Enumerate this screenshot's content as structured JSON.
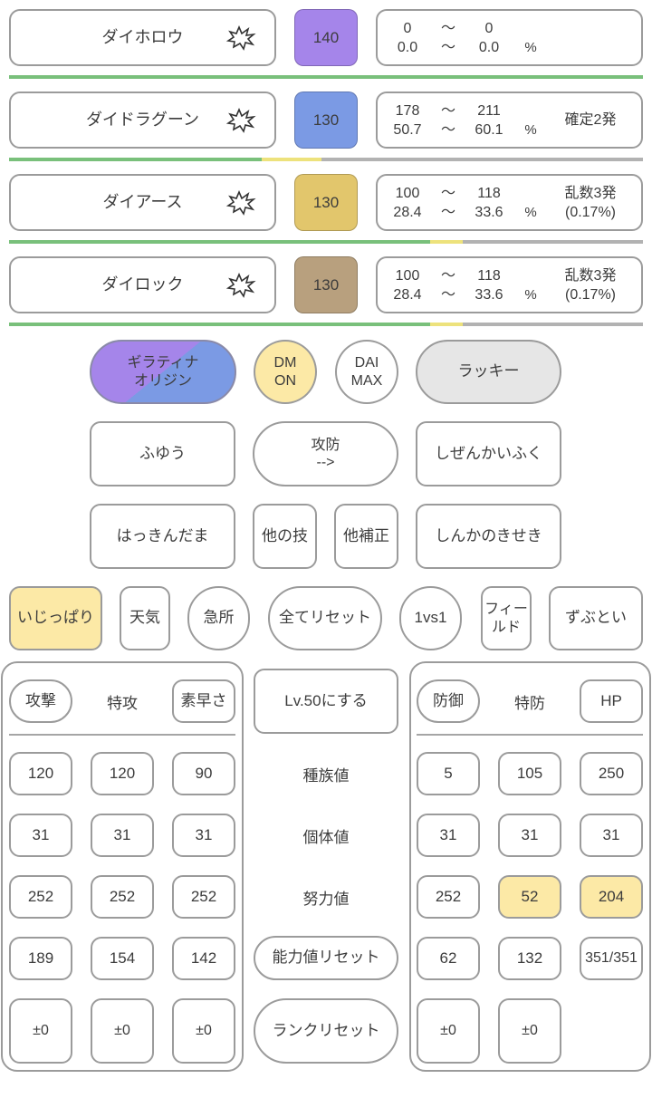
{
  "labels": {
    "tilde": "～",
    "percent_sign": "%"
  },
  "colors": {
    "hp_green": "#79c07b",
    "hp_yellow": "#ede27c",
    "hp_gray": "#b2b2b2",
    "highlight": "#fce9a6",
    "toggle_gray": "#e6e6e6",
    "border": "#9b9b9b",
    "text": "#3c3c3c",
    "form_gradient_a": "#a585ea",
    "form_gradient_b": "#7b9ae4"
  },
  "moves": [
    {
      "name": "ダイホロウ",
      "power": "140",
      "power_color": "#a585ea",
      "damage_min": "0",
      "damage_max": "0",
      "percent_min": "0.0",
      "percent_max": "0.0",
      "verdict_line1": "",
      "verdict_line2": "",
      "hp_bar": {
        "green_pct": 100,
        "yellow_pct": 100
      }
    },
    {
      "name": "ダイドラグーン",
      "power": "130",
      "power_color": "#7b9ae4",
      "damage_min": "178",
      "damage_max": "211",
      "percent_min": "50.7",
      "percent_max": "60.1",
      "verdict_line1": "確定2発",
      "verdict_line2": "",
      "hp_bar": {
        "green_pct": 39.9,
        "yellow_pct": 49.3
      }
    },
    {
      "name": "ダイアース",
      "power": "130",
      "power_color": "#e2c66c",
      "damage_min": "100",
      "damage_max": "118",
      "percent_min": "28.4",
      "percent_max": "33.6",
      "verdict_line1": "乱数3発",
      "verdict_line2": "(0.17%)",
      "hp_bar": {
        "green_pct": 66.4,
        "yellow_pct": 71.6
      }
    },
    {
      "name": "ダイロック",
      "power": "130",
      "power_color": "#b8a07e",
      "damage_min": "100",
      "damage_max": "118",
      "percent_min": "28.4",
      "percent_max": "33.6",
      "verdict_line1": "乱数3発",
      "verdict_line2": "(0.17%)",
      "hp_bar": {
        "green_pct": 66.4,
        "yellow_pct": 71.6
      }
    }
  ],
  "controls": {
    "form_button": {
      "line1": "ギラティナ",
      "line2": "オリジン"
    },
    "dm_toggle": {
      "line1": "DM",
      "line2": "ON"
    },
    "daimax_toggle": {
      "line1": "DAI",
      "line2": "MAX"
    },
    "lucky_button": "ラッキー",
    "levitate_button": "ふゆう",
    "swap_button": {
      "line1": "攻防",
      "line2": "-->"
    },
    "regenerator_button": "しぜんかいふく",
    "item_button": "はっきんだま",
    "other_move_button": "他の技",
    "other_mod_button": "他補正",
    "eviolite_button": "しんかのきせき",
    "attacker_nature_button": "いじっぱり",
    "weather_button": "天気",
    "critical_button": "急所",
    "reset_all_button": "全てリセット",
    "battle_mode_button": "1vs1",
    "field_button": {
      "line1": "フィー",
      "line2": "ルド"
    },
    "defender_nature_button": "ずぶとい"
  },
  "attacker_panel": {
    "headers": [
      "攻撃",
      "特攻",
      "素早さ"
    ],
    "base_stats": [
      "120",
      "120",
      "90"
    ],
    "ivs": [
      "31",
      "31",
      "31"
    ],
    "evs": [
      "252",
      "252",
      "252"
    ],
    "stats": [
      "189",
      "154",
      "142"
    ],
    "ranks": [
      "±0",
      "±0",
      "±0"
    ]
  },
  "center_panel": {
    "level_button": "Lv.50にする",
    "base_label": "種族値",
    "iv_label": "個体値",
    "ev_label": "努力値",
    "stat_reset_button": "能力値リセット",
    "rank_reset_button": "ランクリセット"
  },
  "defender_panel": {
    "headers": [
      "防御",
      "特防",
      "HP"
    ],
    "base_stats": [
      "5",
      "105",
      "250"
    ],
    "ivs": [
      "31",
      "31",
      "31"
    ],
    "evs": [
      "252",
      "52",
      "204"
    ],
    "stats": [
      "62",
      "132",
      "351/351"
    ],
    "ranks": [
      "±0",
      "±0"
    ]
  }
}
